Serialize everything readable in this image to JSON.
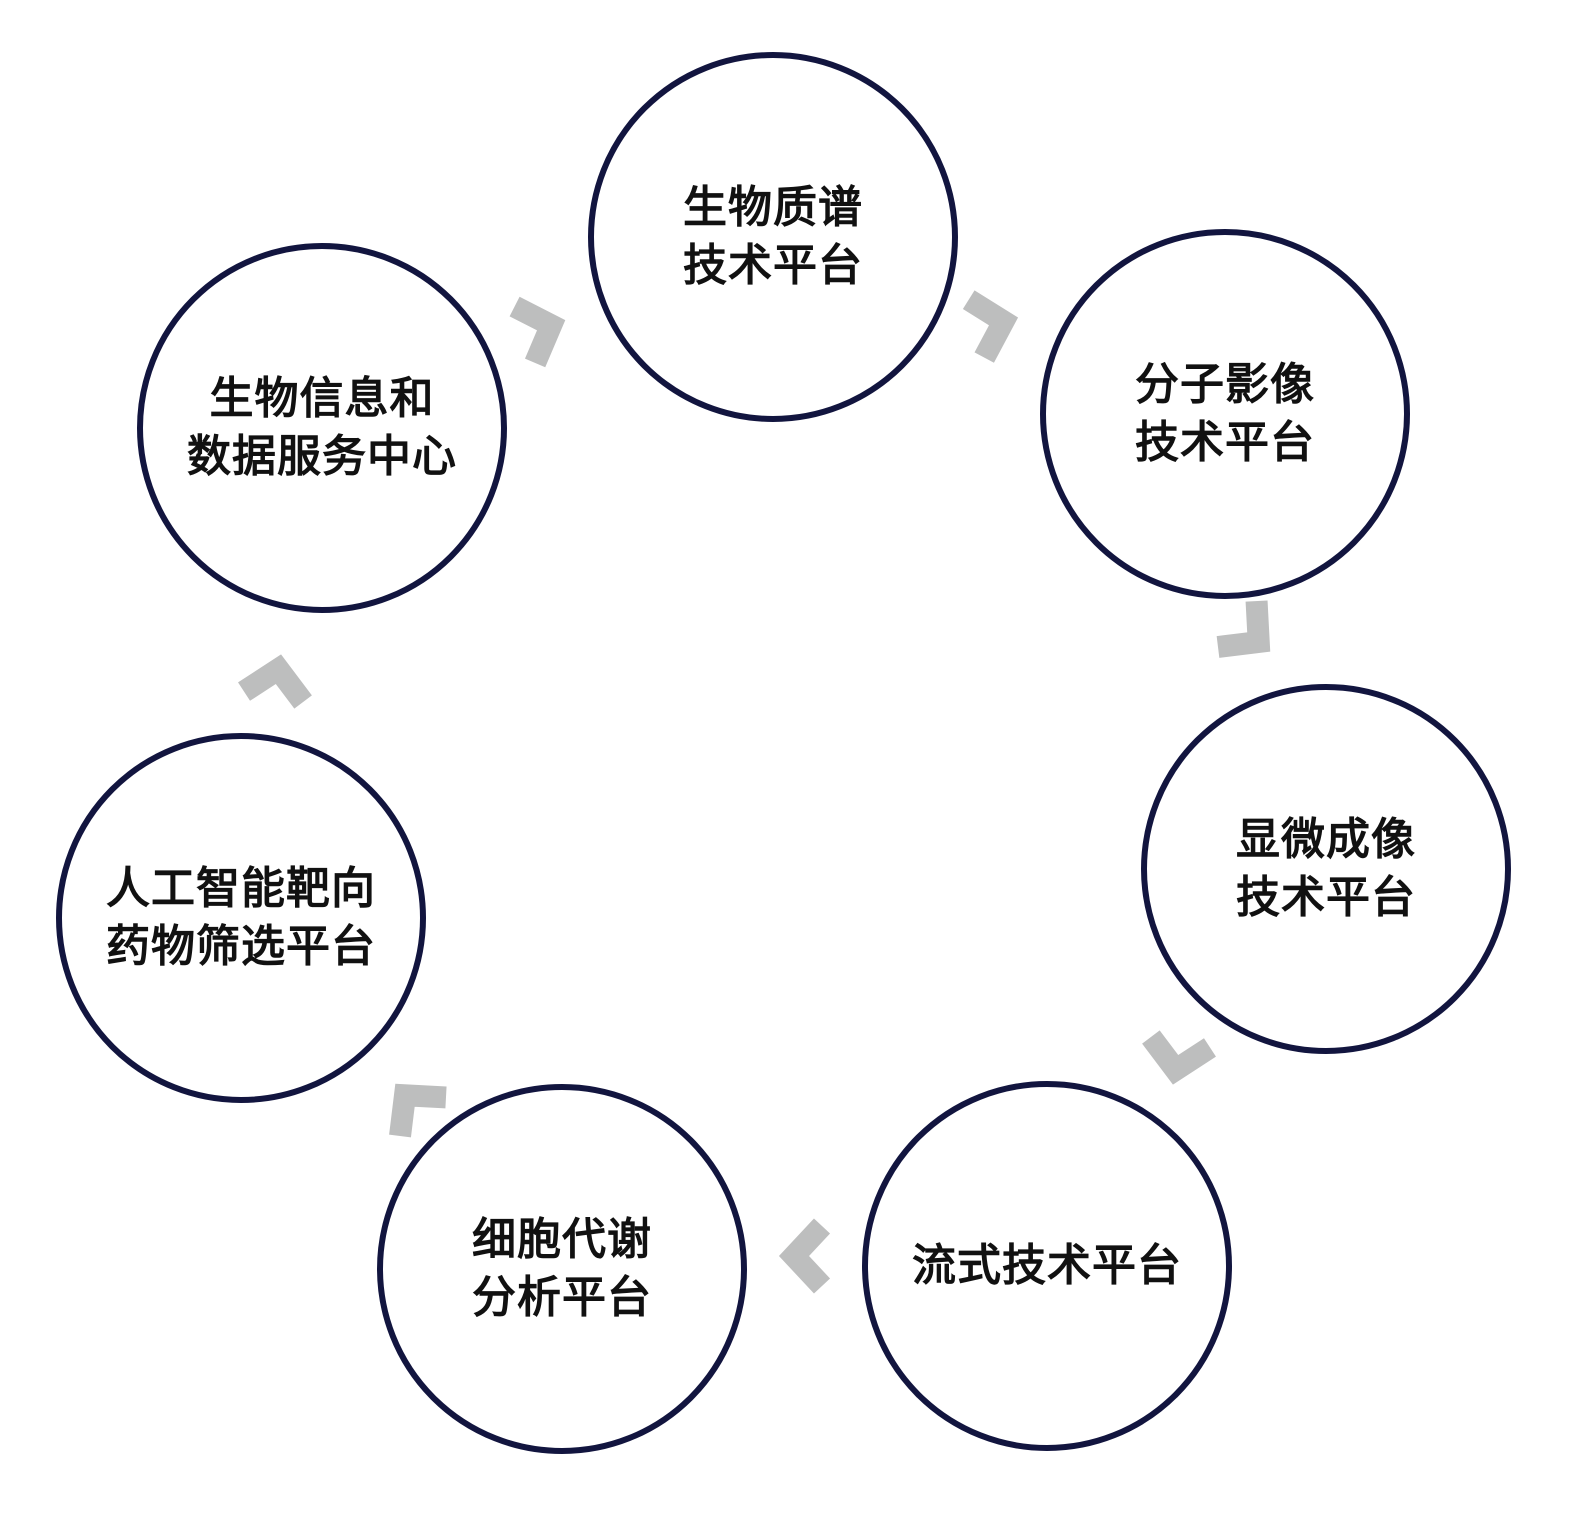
{
  "diagram": {
    "colors": {
      "circle_border": "#12153f",
      "text": "#111111",
      "arrow": "#bdbebe",
      "background": "#ffffff"
    },
    "nodes": [
      {
        "lines": [
          "生物质谱",
          "技术平台"
        ]
      },
      {
        "lines": [
          "分子影像",
          "技术平台"
        ]
      },
      {
        "lines": [
          "显微成像",
          "技术平台"
        ]
      },
      {
        "lines": [
          "流式技术平台"
        ]
      },
      {
        "lines": [
          "细胞代谢",
          "分析平台"
        ]
      },
      {
        "lines": [
          "人工智能靶向",
          "药物筛选平台"
        ]
      },
      {
        "lines": [
          "生物信息和",
          "数据服务中心"
        ]
      }
    ],
    "arrows": [
      {
        "from": 0,
        "to": 1,
        "icon": "chevron-arrow-icon"
      },
      {
        "from": 1,
        "to": 2,
        "icon": "chevron-arrow-icon"
      },
      {
        "from": 2,
        "to": 3,
        "icon": "chevron-arrow-icon"
      },
      {
        "from": 3,
        "to": 4,
        "icon": "chevron-arrow-icon"
      },
      {
        "from": 4,
        "to": 5,
        "icon": "chevron-arrow-icon"
      },
      {
        "from": 5,
        "to": 6,
        "icon": "chevron-arrow-icon"
      },
      {
        "from": 6,
        "to": 0,
        "icon": "chevron-arrow-icon"
      }
    ]
  }
}
